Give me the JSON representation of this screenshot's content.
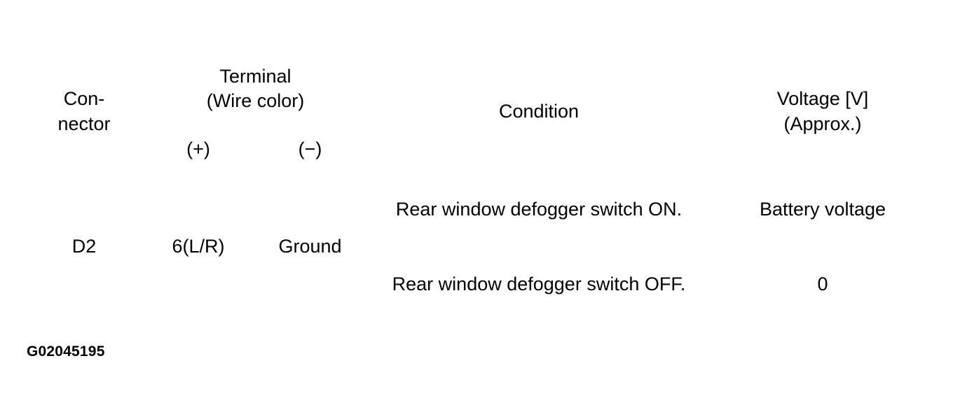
{
  "table": {
    "headers": {
      "connector": "Con-\nnector",
      "terminal_group": "Terminal\n(Wire color)",
      "terminal_positive": "(+)",
      "terminal_negative": "(−)",
      "condition": "Condition",
      "voltage": "Voltage [V]\n(Approx.)"
    },
    "rows": [
      {
        "connector": "D2",
        "terminal_positive": "6(L/R)",
        "terminal_negative": "Ground",
        "conditions": [
          {
            "condition": "Rear window defogger switch ON.",
            "voltage": "Battery voltage"
          },
          {
            "condition": "Rear window defogger switch OFF.",
            "voltage": "0"
          }
        ]
      }
    ]
  },
  "caption": {
    "figure_id": "G02045195"
  },
  "colors": {
    "rule": "#000000",
    "background": "#ffffff",
    "text": "#000000"
  }
}
